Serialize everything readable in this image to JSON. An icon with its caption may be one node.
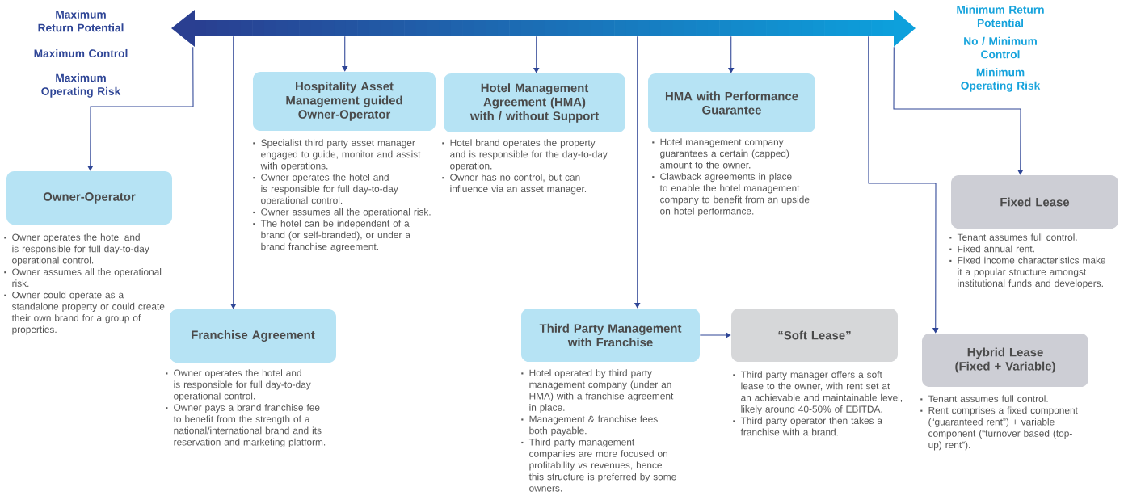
{
  "diagram": {
    "nodes": [
      {
        "text": [],
        "shape": "arrow"
      },
      {
        "text": [
          "Owner-Operator"
        ],
        "beside": [
          "Owner operates the hotel and is responsible for full day-to-day operational control.",
          "Owner assumes all the operational risk.",
          "Owner could operate as a standalone property or could create their own brand for a group of properties."
        ]
      },
      {
        "text": [
          "Franchise Agreement"
        ],
        "beside": [
          "Owner operates the hotel and is responsible for full day-to-day operational control.",
          "Owner pays a brand franchise fee to benefit from the strength of a national/international brand and its reservation and marketing platform."
        ]
      },
      {
        "text": [
          "Hospitality Asset Management guided Owner-Operator"
        ],
        "beside": [
          "Specialist third party asset manager engaged to guide, monitor and assist with operations.",
          "Owner operates the hotel and is responsible for full day-to-day operational control.",
          "Owner assumes all the operational risk.",
          "The hotel can be independent of a brand (or self-branded), or under a brand franchise agreement."
        ]
      },
      {
        "text": [
          "Hotel Management Agreement (HMA) with / without Support"
        ],
        "beside": [
          "Hotel brand operates the property and is responsible for the day-to-day operation.",
          "Owner has no control, but can influence via an asset manager."
        ]
      },
      {
        "text": [
          "HMA with Performance Guarantee"
        ],
        "beside": [
          "Hotel management company guarantees a certain (capped) amount to the owner.",
          "Clawback agreements in place to enable the hotel management company to benefit from an upside on hotel performance."
        ]
      },
      {
        "text": [
          "Third Party Management with Franchise"
        ],
        "beside": [
          "Hotel operated by third party management company (under an HMA) with a franchise agreement in place.",
          "Management & franchise fees both payable.",
          "Third party management companies are more focused on profitability vs revenues, hence this structure is preferred by some owners."
        ]
      },
      {
        "text": [
          "“Soft Lease”"
        ],
        "beside": [
          "Third party manager offers a soft lease to the owner, with rent set at an achievable and maintainable level, likely around 40-50% of EBITDA.",
          "Third party operator then takes a franchise with a brand."
        ]
      },
      {
        "text": [
          "Fixed Lease"
        ],
        "beside": [
          "Tenant assumes full control.",
          "Fixed annual rent.",
          "Fixed income characteristics make it a popular structure amongst institutional funds and developers."
        ]
      },
      {
        "text": [
          "Hybrid Lease (Fixed + Variable)"
        ],
        "beside": [
          "Tenant assumes full control.",
          "Rent comprises a fixed component (“guaranteed rent”) + variable component (“turnover based (top-up) rent”)."
        ]
      }
    ],
    "edges": [
      {
        "from": 0,
        "to": 1,
        "arrow": "to"
      },
      {
        "from": 0,
        "to": 2,
        "arrow": "to"
      },
      {
        "from": 0,
        "to": 3,
        "arrow": "to"
      },
      {
        "from": 0,
        "to": 4,
        "arrow": "to"
      },
      {
        "from": 0,
        "to": 5,
        "arrow": "to"
      },
      {
        "from": 0,
        "to": 6,
        "arrow": "to"
      },
      {
        "from": 6,
        "to": 7,
        "arrow": "to"
      },
      {
        "from": 0,
        "to": 8,
        "arrow": "to"
      },
      {
        "from": 0,
        "to": 9,
        "arrow": "to"
      }
    ],
    "labels": [
      "Maximum Return Potential",
      "Maximum Control",
      "Maximum Operating Risk",
      "Minimum Return Potential",
      "No / Minimum Control",
      "Minimum Operating Risk"
    ]
  }
}
